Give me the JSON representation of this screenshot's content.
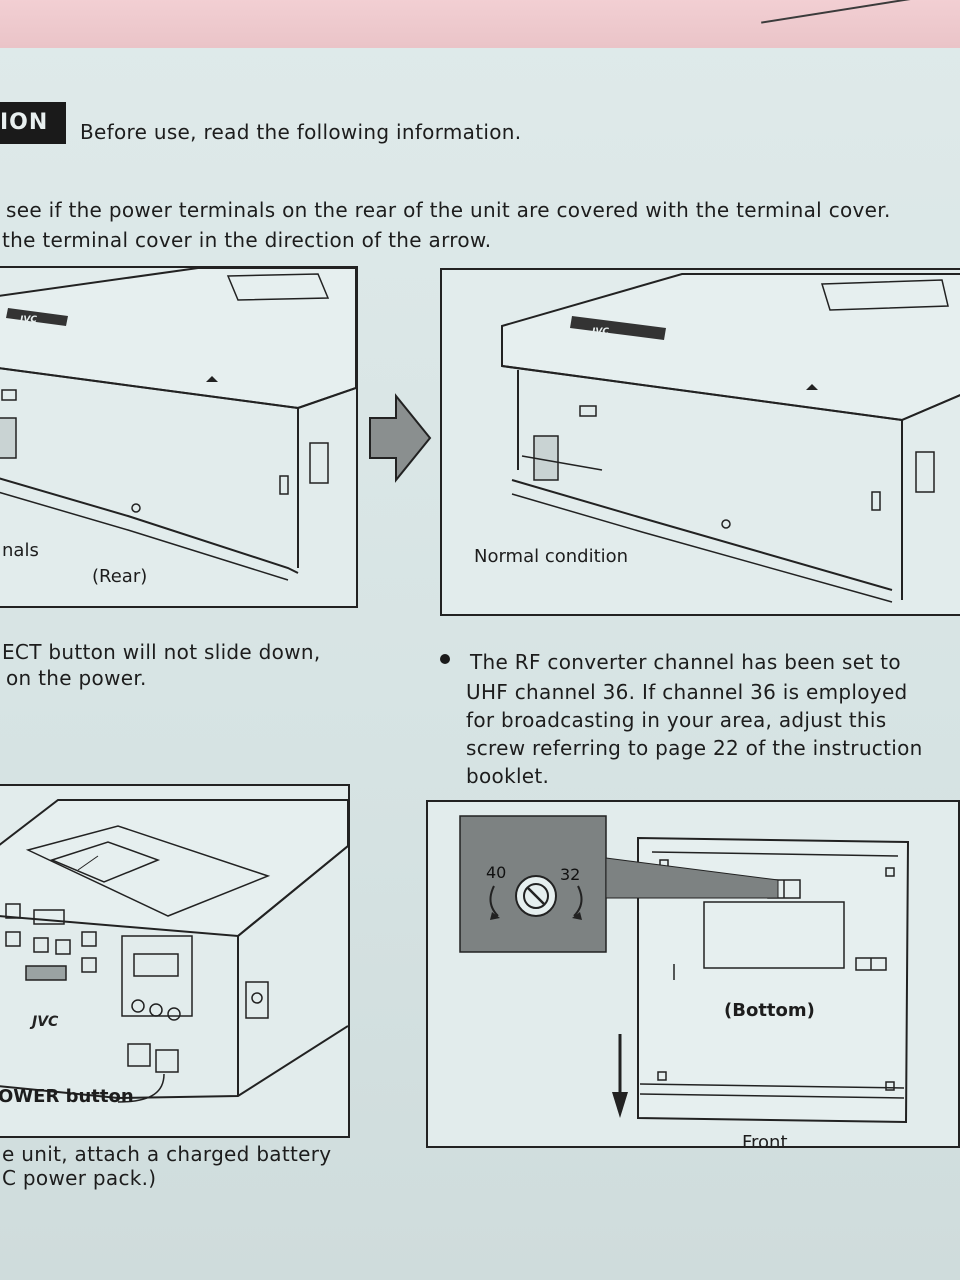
{
  "header": {
    "section_tab": "ION",
    "intro": "Before use, read the following information."
  },
  "paragraph1": {
    "line1": "see if the power terminals on the rear of the unit are covered with the terminal cover.",
    "line2": "the terminal cover in the direction of the arrow."
  },
  "figure1": {
    "left_label": "nals",
    "left_caption": "(Rear)",
    "right_caption": "Normal condition",
    "brand": "JVC"
  },
  "paragraph2": {
    "line1": "ECT button will not slide down,",
    "line2": "on the power."
  },
  "bullet_note": {
    "lines": [
      "The RF converter channel has been set to",
      "UHF channel 36. If channel 36 is employed",
      "for broadcasting in your area, adjust this",
      "screw referring to page 22 of the instruction",
      "booklet."
    ]
  },
  "figure2": {
    "power_label": "OWER button",
    "brand": "JVC"
  },
  "figure3": {
    "dial_left": "40",
    "dial_right": "32",
    "bottom_label": "(Bottom)",
    "front_label": "Front"
  },
  "paragraph3": {
    "line1": "e unit, attach a charged battery",
    "line2": "C power pack.)"
  }
}
